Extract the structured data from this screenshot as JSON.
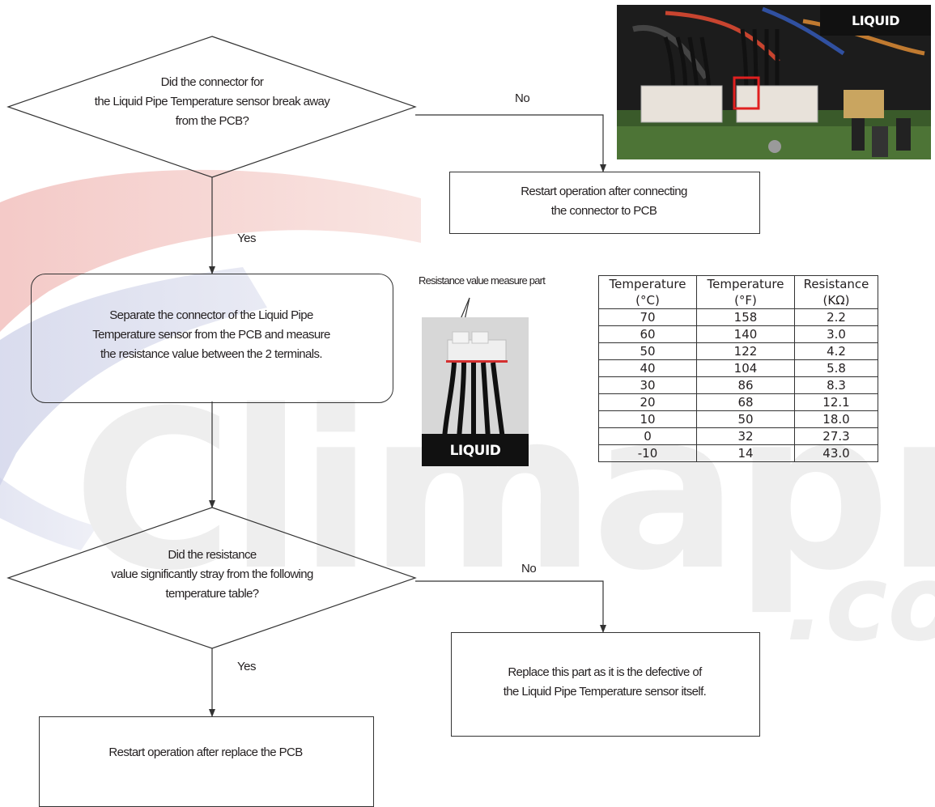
{
  "decision1": {
    "lines": [
      "Did the connector for",
      "the Liquid Pipe Temperature sensor break away",
      "from the PCB?"
    ]
  },
  "decision1_no": "No",
  "decision1_yes": "Yes",
  "box_restart_connect": {
    "lines": [
      "Restart operation after connecting",
      "the connector to PCB"
    ]
  },
  "box_separate": {
    "lines": [
      "Separate the connector of the Liquid Pipe",
      "Temperature sensor from the PCB and measure",
      "the resistance value between the 2 terminals."
    ]
  },
  "measure_label": "Resistance value measure part",
  "photo_top": {
    "badge": "LIQUID"
  },
  "photo_connector": {
    "badge": "LIQUID"
  },
  "resistance_table": {
    "headers": [
      [
        "Temperature",
        "(°C)"
      ],
      [
        "Temperature",
        "(°F)"
      ],
      [
        "Resistance",
        "(KΩ)"
      ]
    ],
    "rows": [
      [
        "70",
        "158",
        "2.2"
      ],
      [
        "60",
        "140",
        "3.0"
      ],
      [
        "50",
        "122",
        "4.2"
      ],
      [
        "40",
        "104",
        "5.8"
      ],
      [
        "30",
        "86",
        "8.3"
      ],
      [
        "20",
        "68",
        "12.1"
      ],
      [
        "10",
        "50",
        "18.0"
      ],
      [
        "0",
        "32",
        "27.3"
      ],
      [
        "-10",
        "14",
        "43.0"
      ]
    ]
  },
  "decision2": {
    "lines": [
      "Did the resistance",
      "value significantly stray from the following",
      "temperature table?"
    ]
  },
  "decision2_no": "No",
  "decision2_yes": "Yes",
  "box_replace_part": {
    "lines": [
      "Replace this part as it is the defective of",
      "the Liquid Pipe Temperature sensor itself."
    ]
  },
  "box_replace_pcb": {
    "lines": [
      "Restart operation after replace the PCB"
    ]
  },
  "watermark": {
    "text": "Climaproyecto",
    "suffix": ".co",
    "colors": {
      "red": "#e8a5a5",
      "blue": "#b7bcdc",
      "grey": "#ececec"
    }
  }
}
